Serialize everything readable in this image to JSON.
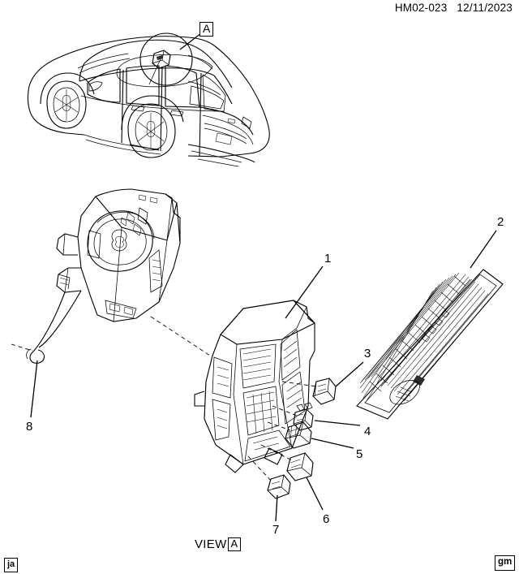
{
  "header": {
    "doc_number": "HM02-023",
    "date": "12/11/2023"
  },
  "vehicle_view": {
    "callout_label": "A",
    "description_icon": "sunroof-module-detail-circle"
  },
  "footer": {
    "view_word": "VIEW",
    "view_letter": "A",
    "left_tag": "ja",
    "brand_tag": "gm"
  },
  "callouts": [
    {
      "id": "1",
      "label": "1"
    },
    {
      "id": "2",
      "label": "2"
    },
    {
      "id": "3",
      "label": "3"
    },
    {
      "id": "4",
      "label": "4"
    },
    {
      "id": "5",
      "label": "5"
    },
    {
      "id": "6",
      "label": "6"
    },
    {
      "id": "7",
      "label": "7"
    },
    {
      "id": "8",
      "label": "8"
    }
  ]
}
